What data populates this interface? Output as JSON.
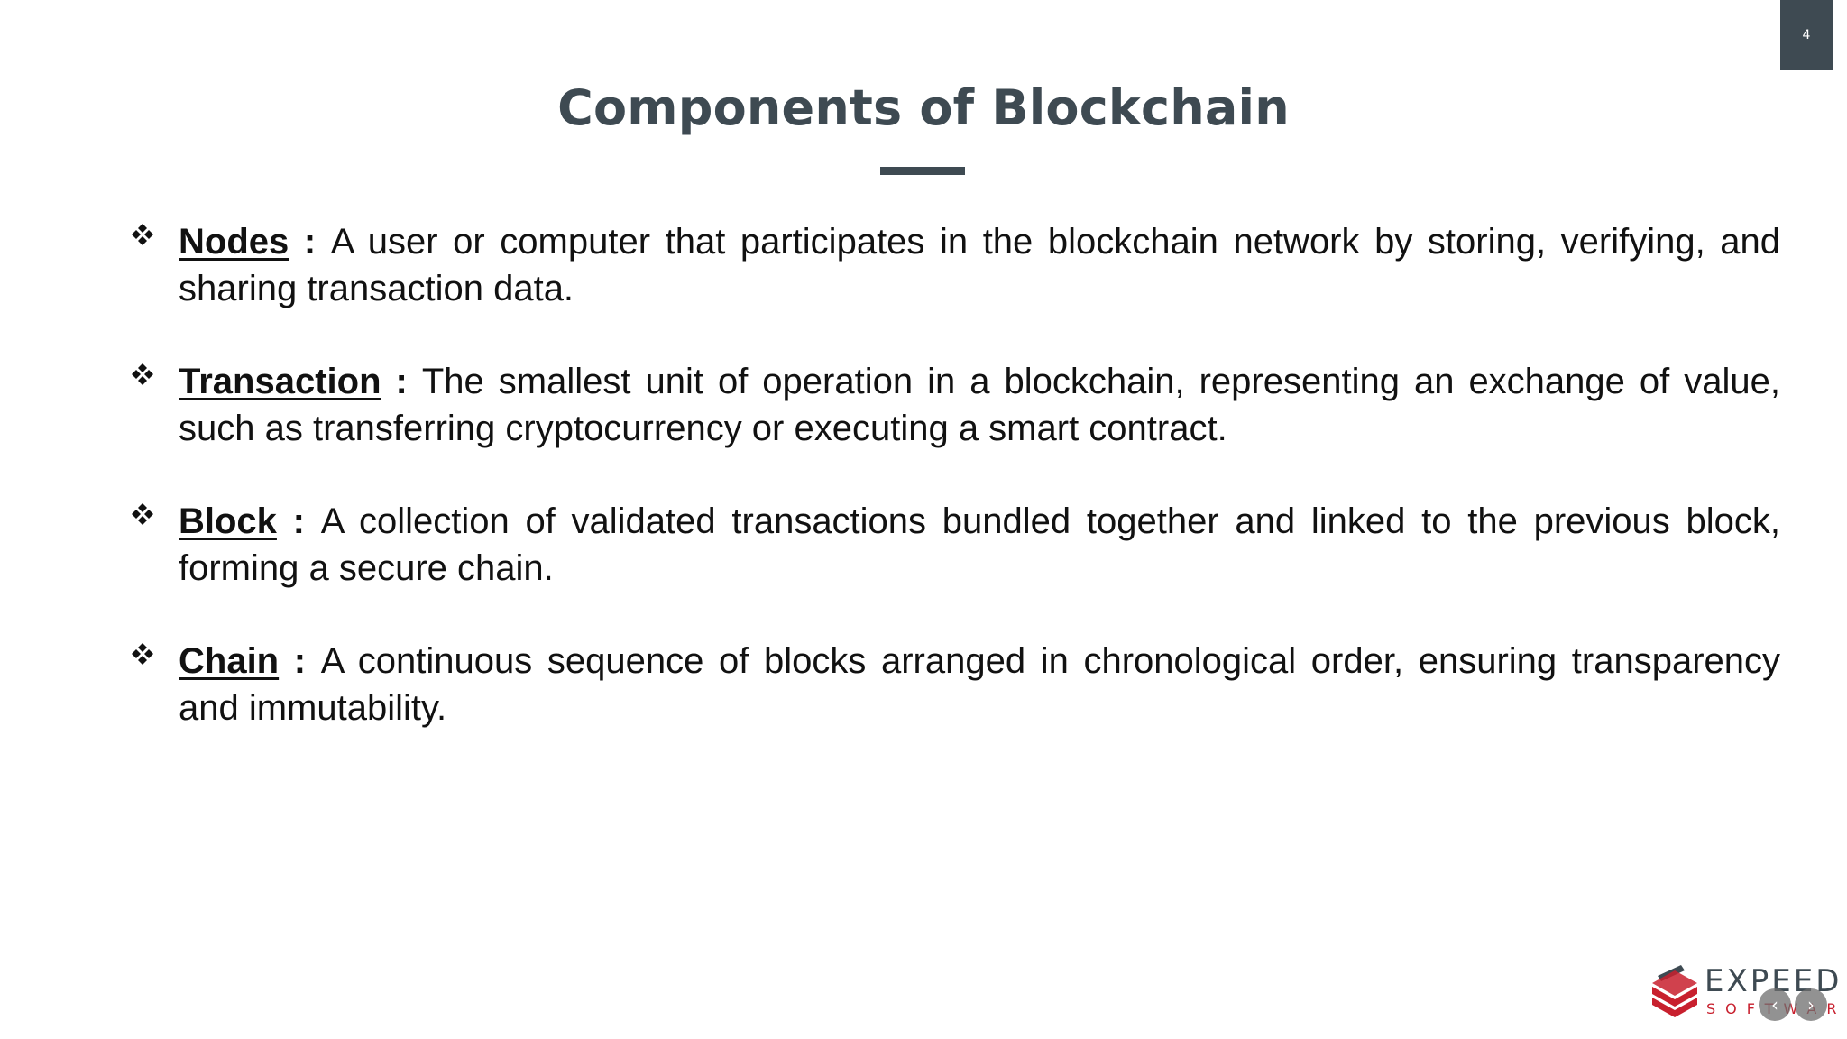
{
  "slide": {
    "page_number": "4",
    "title": "Components of Blockchain",
    "items": [
      {
        "term": "Nodes",
        "separator": " : ",
        "definition": "A user or computer that participates in the blockchain network by storing, verifying, and sharing transaction data."
      },
      {
        "term": "Transaction",
        "separator": " : ",
        "definition": "The smallest unit of operation in a blockchain, representing an exchange of value, such as transferring cryptocurrency or executing a smart contract."
      },
      {
        "term": "Block",
        "separator": " : ",
        "definition": "A collection of validated transactions bundled together and linked to the previous block, forming a secure chain."
      },
      {
        "term": "Chain",
        "separator": " : ",
        "definition": "A continuous sequence of blocks arranged in chronological order, ensuring transparency and immutability."
      }
    ]
  },
  "logo": {
    "name": "EXPEED",
    "subtitle": "SOFTWARE"
  },
  "nav": {
    "prev_icon": "chevron-left-icon",
    "next_icon": "chevron-right-icon",
    "prev_glyph": "‹",
    "next_glyph": "›"
  },
  "colors": {
    "title": "#3e4a52",
    "badge": "#3e4a52",
    "logo_red": "#c8202e",
    "text": "#111111"
  }
}
